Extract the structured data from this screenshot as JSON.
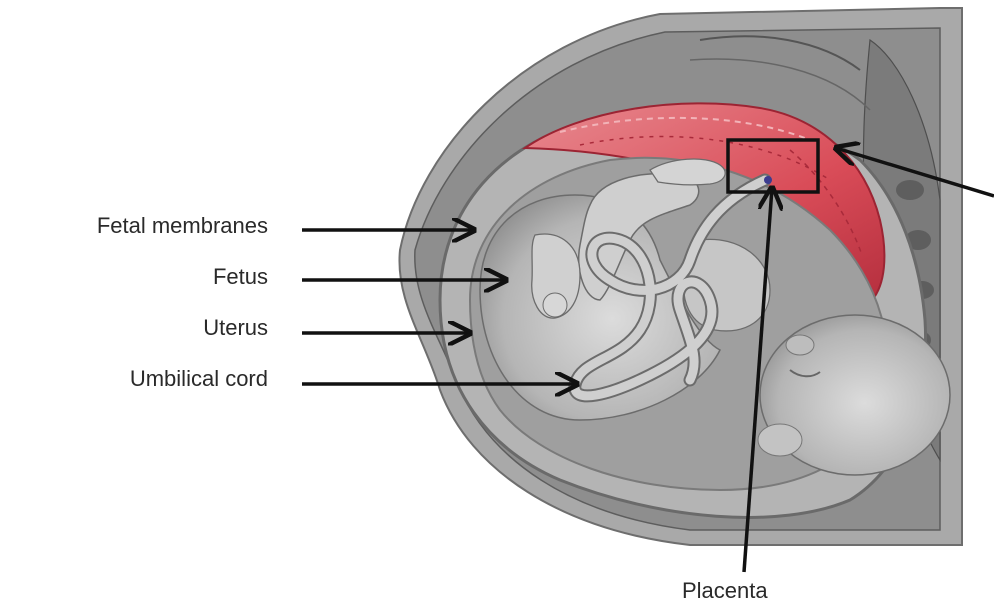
{
  "labels": {
    "fetal_membranes": "Fetal membranes",
    "fetus": "Fetus",
    "uterus": "Uterus",
    "umbilical_cord": "Umbilical cord",
    "placenta": "Placenta"
  },
  "colors": {
    "placenta_red": "#e0525c",
    "placenta_dark": "#b83040",
    "tissue_gray": "#9a9a9a",
    "fetus_gray": "#c9c9c9",
    "pointer": "#111111"
  }
}
